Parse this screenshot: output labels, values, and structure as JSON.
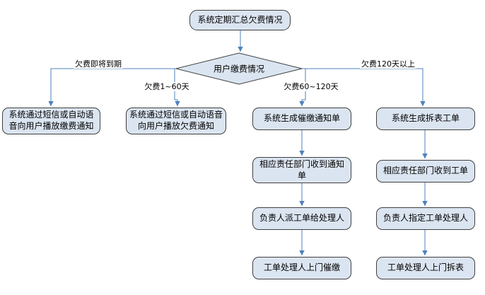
{
  "diagram": {
    "type": "flowchart",
    "nodes": {
      "start": "系统定期汇总欠费情况",
      "decision": "用户缴费情况",
      "sms_payment_notice": "系统通过短信或自动语音向用户播放缴费通知",
      "sms_arrears_notice": "系统通过短信或自动语音向用户播放欠费通知",
      "generate_collection_notice": "系统生成催缴通知单",
      "generate_removal_workorder": "系统生成拆表工单",
      "dept_receive_notice": "相应责任部门收到通知单",
      "dept_receive_workorder": "相应责任部门收到工单",
      "leader_dispatch_workorder": "负责人派工单给处理人",
      "leader_assign_handler": "负责人指定工单处理人",
      "handler_visit_collect": "工单处理人上门催缴",
      "handler_visit_remove": "工单处理人上门拆表"
    },
    "edge_labels": {
      "arrears_due_soon": "欠费即将到期",
      "arrears_1_60_days": "欠费1~60天",
      "arrears_60_120_days": "欠费60~120天",
      "arrears_over_120_days": "欠费120天以上"
    },
    "colors": {
      "node_fill": "#dbe5f1",
      "node_border": "#404040",
      "arrow": "#4f81bd",
      "text": "#000000",
      "background": "#ffffff"
    }
  }
}
